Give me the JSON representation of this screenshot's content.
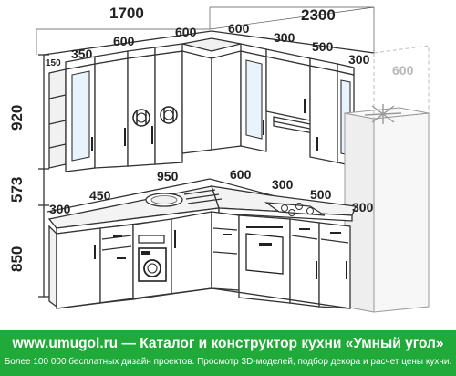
{
  "dimensions": {
    "top_left_total": "1700",
    "top_right_total": "2300",
    "upper_left_150": "150",
    "upper_left_350": "350",
    "upper_left_600": "600",
    "upper_corner_600": "600",
    "upper_right_600": "600",
    "upper_right_300": "300",
    "upper_right_500": "500",
    "upper_right_300b": "300",
    "fridge_depth": "600",
    "height_upper": "920",
    "height_gap": "573",
    "height_base": "850",
    "base_left_300": "300",
    "base_left_450": "450",
    "base_sink_950": "950",
    "base_right_600": "600",
    "base_right_300": "300",
    "base_right_500": "500",
    "base_right_300b": "300"
  },
  "banner": {
    "site": "www.umugol.ru",
    "dash": "—",
    "catalog": "Каталог и конструктор кухни «Умный угол»",
    "subtitle": "Более 100 000 бесплатных дизайн проектов. Просмотр 3D-моделей, подбор декора и расчет цены кухни."
  },
  "colors": {
    "banner_bg": "#1faa3a",
    "banner_text": "#ffffff",
    "glass": "#e9f3fb"
  },
  "icons": {
    "dish_decor": "plate-fork-knife-icon",
    "fridge_decor": "snowflake-icon"
  }
}
